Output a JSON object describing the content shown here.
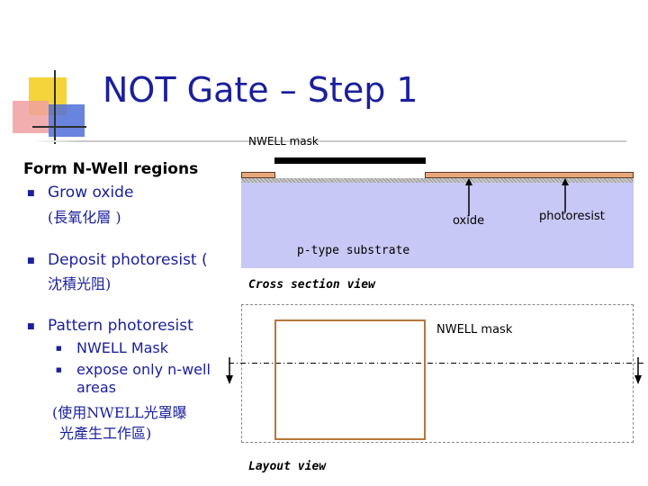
{
  "slide": {
    "title": "NOT Gate – Step 1",
    "heading": "Form N-Well regions",
    "bullets": [
      {
        "label": "Grow oxide",
        "note": "(長氧化層 )"
      },
      {
        "label": "Deposit photoresist (",
        "note": "沈積光阻)"
      },
      {
        "label": "Pattern photoresist"
      }
    ],
    "sub_bullets": [
      "NWELL Mask",
      "expose only n-well",
      "areas"
    ],
    "note_lines": [
      "(使用NWELL光罩曝",
      "光產生工作區)"
    ]
  },
  "cross_section": {
    "mask_label": "NWELL mask",
    "oxide_label": "oxide",
    "photoresist_label": "photoresist",
    "substrate_label": "p-type substrate",
    "view_label": "Cross section view"
  },
  "layout": {
    "mask_label": "NWELL mask",
    "view_label": "Layout view"
  },
  "colors": {
    "title": "#1a1f9c",
    "photoresist": "#e8a77a",
    "substrate": "#c8c8f6",
    "nwell_outline": "#b8763a"
  }
}
